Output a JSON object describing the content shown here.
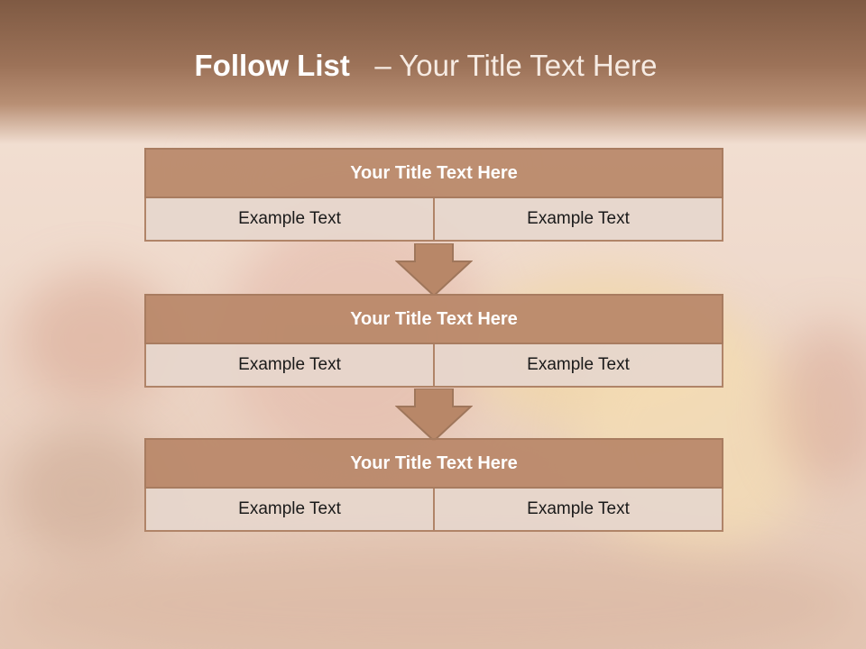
{
  "slide": {
    "title_bold": "Follow List",
    "title_rest": "– Your Title Text Here"
  },
  "blocks": [
    {
      "title": "Your Title Text Here",
      "left": "Example Text",
      "right": "Example Text"
    },
    {
      "title": "Your Title Text Here",
      "left": "Example Text",
      "right": "Example Text"
    },
    {
      "title": "Your Title Text Here",
      "left": "Example Text",
      "right": "Example Text"
    }
  ],
  "colors": {
    "header": "#8b634a",
    "box_header": "#b88768",
    "box_border": "#a87c60",
    "cell_fill": "#e6d6cc"
  }
}
